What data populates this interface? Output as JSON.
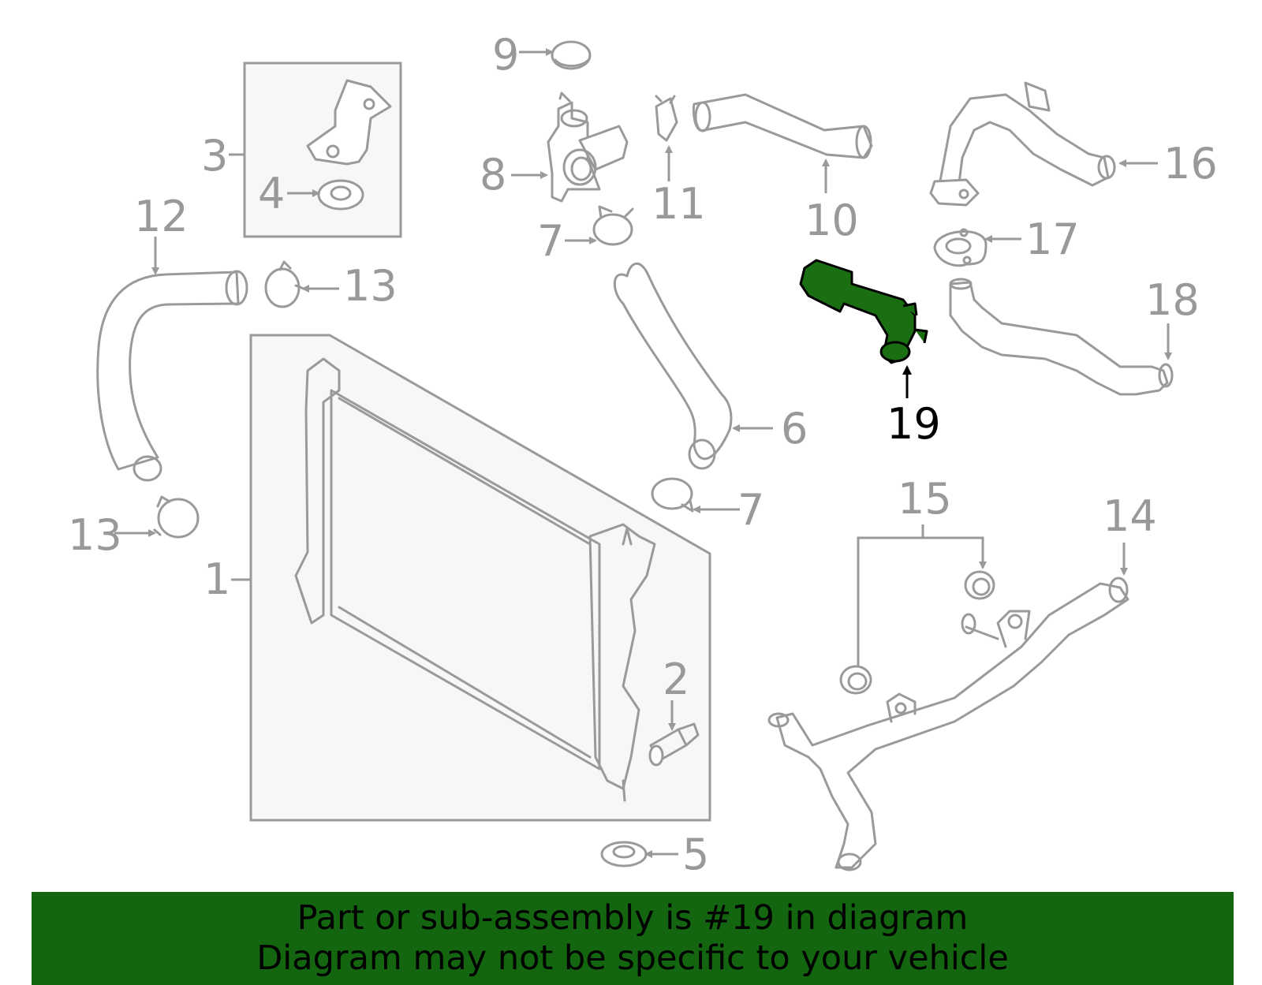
{
  "colors": {
    "part_stroke": "#9a9a9a",
    "highlight_fill": "#1a6f12",
    "banner_bg": "#13660f"
  },
  "highlighted_part": "19",
  "labels": {
    "l1": "1",
    "l2": "2",
    "l3": "3",
    "l4": "4",
    "l5": "5",
    "l6": "6",
    "l7a": "7",
    "l7b": "7",
    "l8": "8",
    "l9": "9",
    "l10": "10",
    "l11": "11",
    "l12": "12",
    "l13a": "13",
    "l13b": "13",
    "l14": "14",
    "l15": "15",
    "l16": "16",
    "l17": "17",
    "l18": "18",
    "l19": "19"
  },
  "banner": {
    "line1": "Part or sub-assembly is #19 in diagram",
    "line2": "Diagram may not be specific to your vehicle"
  }
}
